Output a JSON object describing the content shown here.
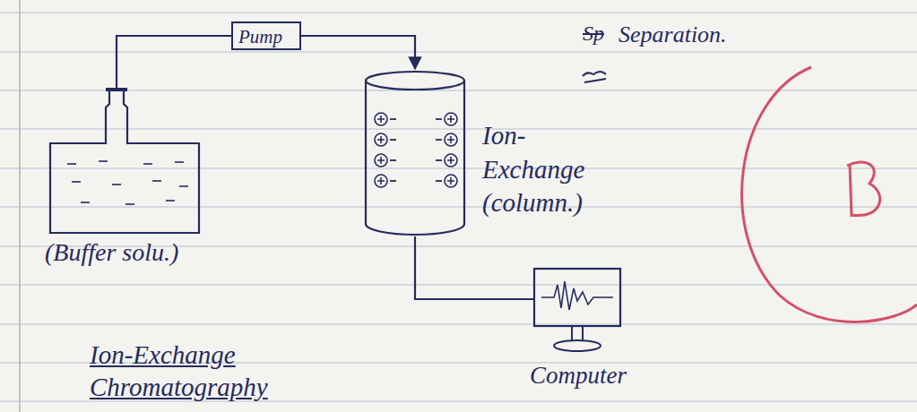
{
  "diagram": {
    "title": "Ion-Exchange Chromatography",
    "nodes": [
      {
        "text": [
          "(Buffer solu.)"
        ]
      },
      {
        "text": [
          "Pump"
        ]
      },
      {
        "text": [
          "Ion-Exchange (column.)"
        ]
      },
      {
        "text": [
          "Computer"
        ]
      }
    ],
    "edges": [
      {
        "from": 0,
        "to": 1,
        "arrow": "none"
      },
      {
        "from": 1,
        "to": 2,
        "arrow": "to"
      },
      {
        "from": 2,
        "to": 3,
        "arrow": "none"
      }
    ],
    "labels": [
      "Sp",
      "Separation."
    ]
  }
}
